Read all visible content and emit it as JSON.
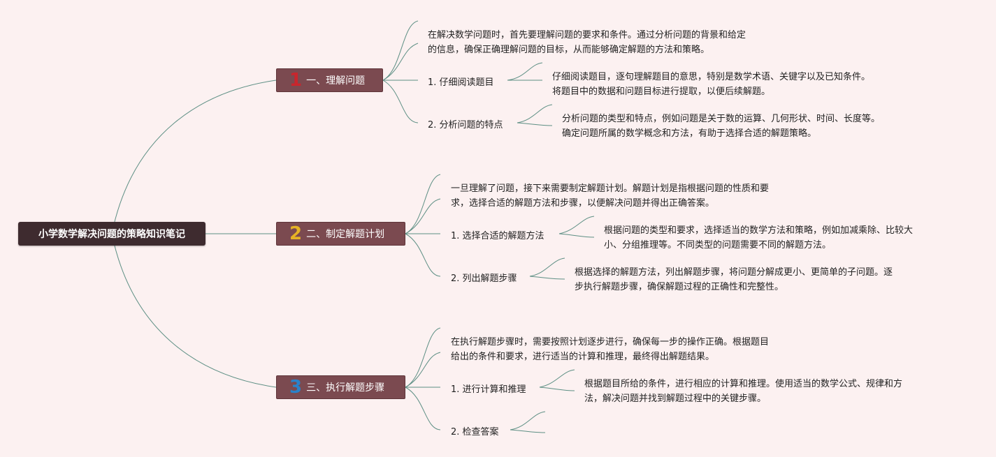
{
  "root": {
    "title": "小学数学解决问题的策略知识笔记"
  },
  "colors": {
    "background": "#fcf1f1",
    "root_fill": "#3e2b2f",
    "branch_fill": "#7b4a50",
    "connector": "#5d8f84",
    "num1": "#c9262d",
    "num2": "#e6b325",
    "num3": "#2a82c9"
  },
  "branches": [
    {
      "number": "1",
      "title": "一、理解问题",
      "intro": [
        "在解决数学问题时，首先要理解问题的要求和条件。通过分析问题的背景和给定",
        "的信息，确保正确理解问题的目标，从而能够确定解题的方法和策略。"
      ],
      "items": [
        {
          "label": "1. 仔细阅读题目",
          "detail": [
            "仔细阅读题目，逐句理解题目的意思，特别是数学术语、关键字以及已知条件。",
            "将题目中的数据和问题目标进行提取，以便后续解题。"
          ]
        },
        {
          "label": "2. 分析问题的特点",
          "detail": [
            "分析问题的类型和特点，例如问题是关于数的运算、几何形状、时间、长度等。",
            "确定问题所属的数学概念和方法，有助于选择合适的解题策略。"
          ]
        }
      ]
    },
    {
      "number": "2",
      "title": "二、制定解题计划",
      "intro": [
        "一旦理解了问题，接下来需要制定解题计划。解题计划是指根据问题的性质和要",
        "求，选择合适的解题方法和步骤，以便解决问题并得出正确答案。"
      ],
      "items": [
        {
          "label": "1. 选择合适的解题方法",
          "detail": [
            "根据问题的类型和要求，选择适当的数学方法和策略，例如加减乘除、比较大",
            "小、分组推理等。不同类型的问题需要不同的解题方法。"
          ]
        },
        {
          "label": "2. 列出解题步骤",
          "detail": [
            "根据选择的解题方法，列出解题步骤，将问题分解成更小、更简单的子问题。逐",
            "步执行解题步骤，确保解题过程的正确性和完整性。"
          ]
        }
      ]
    },
    {
      "number": "3",
      "title": "三、执行解题步骤",
      "intro": [
        "在执行解题步骤时，需要按照计划逐步进行，确保每一步的操作正确。根据题目",
        "给出的条件和要求，进行适当的计算和推理，最终得出解题结果。"
      ],
      "items": [
        {
          "label": "1. 进行计算和推理",
          "detail": [
            "根据题目所给的条件，进行相应的计算和推理。使用适当的数学公式、规律和方",
            "法，解决问题并找到解题过程中的关键步骤。"
          ]
        },
        {
          "label": "2. 检查答案",
          "detail": []
        }
      ]
    }
  ]
}
